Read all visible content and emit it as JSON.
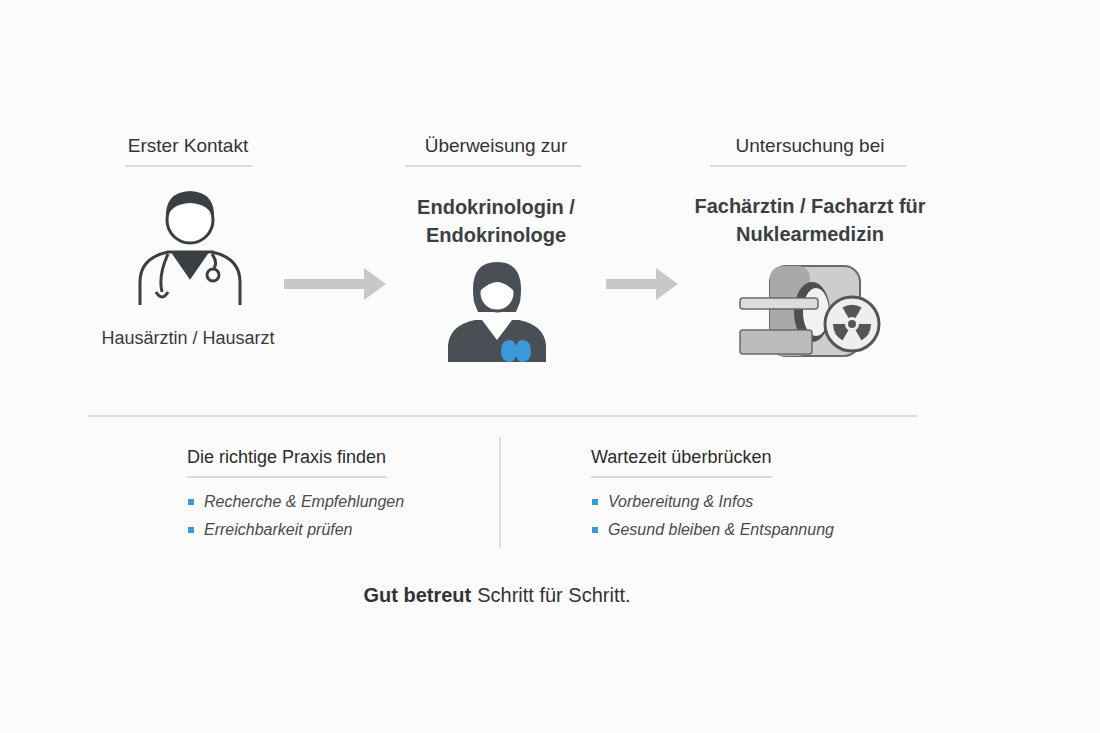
{
  "diagram": {
    "nodes": [
      {
        "text": [
          "Erster Kontakt",
          "Hausärztin / Hausarzt"
        ]
      },
      {
        "text": [
          "Überweisung zur",
          "Endokrinologin / Endokrinologe"
        ]
      },
      {
        "text": [
          "Untersuchung bei",
          "Fachärztin / Facharzt für Nuklearmedizin"
        ]
      }
    ],
    "edges": [
      {
        "from": 0,
        "to": 1,
        "arrow": "to"
      },
      {
        "from": 1,
        "to": 2,
        "arrow": "to"
      }
    ],
    "labels": [
      "Die richtige Praxis finden",
      "Recherche & Empfehlungen",
      "Erreichbarkeit prüfen",
      "Wartezeit überbrücken",
      "Vorbereitung & Infos",
      "Gesund bleiben & Entspannung",
      "Gut betreut",
      "Schritt für Schritt."
    ]
  }
}
